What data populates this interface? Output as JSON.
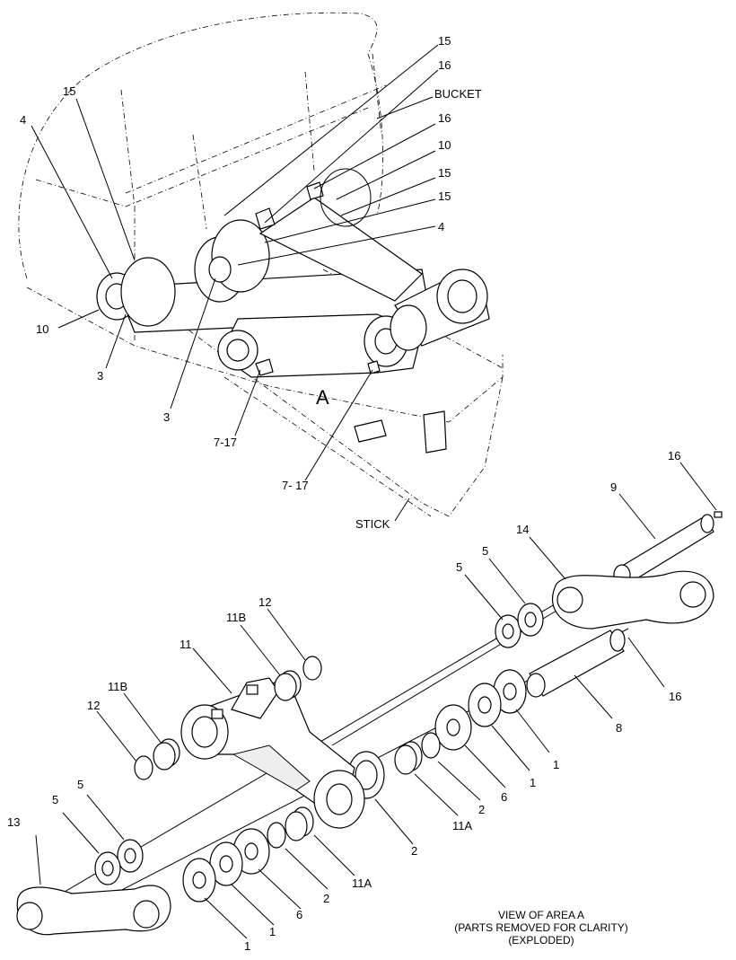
{
  "figure": {
    "area_marker": "A",
    "caption": {
      "line1": "VIEW OF AREA A",
      "line2": "(PARTS REMOVED FOR CLARITY)",
      "line3": "(EXPLODED)"
    }
  },
  "callouts_top": {
    "c15a": "15",
    "c16a": "16",
    "bucket": "BUCKET",
    "c16b": "16",
    "c10a": "10",
    "c15b": "15",
    "c15c": "15",
    "c4a": "4",
    "c15d": "15",
    "c4b": "4",
    "c10b": "10",
    "c3a": "3",
    "c3b": "3",
    "c717a": "7-17",
    "c717b": "7- 17",
    "stick": "STICK"
  },
  "callouts_bottom": {
    "c16a": "16",
    "c9": "9",
    "c14": "14",
    "c5a": "5",
    "c5b": "5",
    "c12a": "12",
    "c11B_a": "11B",
    "c11": "11",
    "c11B_b": "11B",
    "c12b": "12",
    "c16b": "16",
    "c8": "8",
    "c1a": "1",
    "c1b": "1",
    "c6a": "6",
    "c2a": "2",
    "c11A_a": "11A",
    "c2b": "2",
    "c13": "13",
    "c5c": "5",
    "c5d": "5",
    "c11A_b": "11A",
    "c2c": "2",
    "c6b": "6",
    "c1c": "1",
    "c1d": "1"
  }
}
